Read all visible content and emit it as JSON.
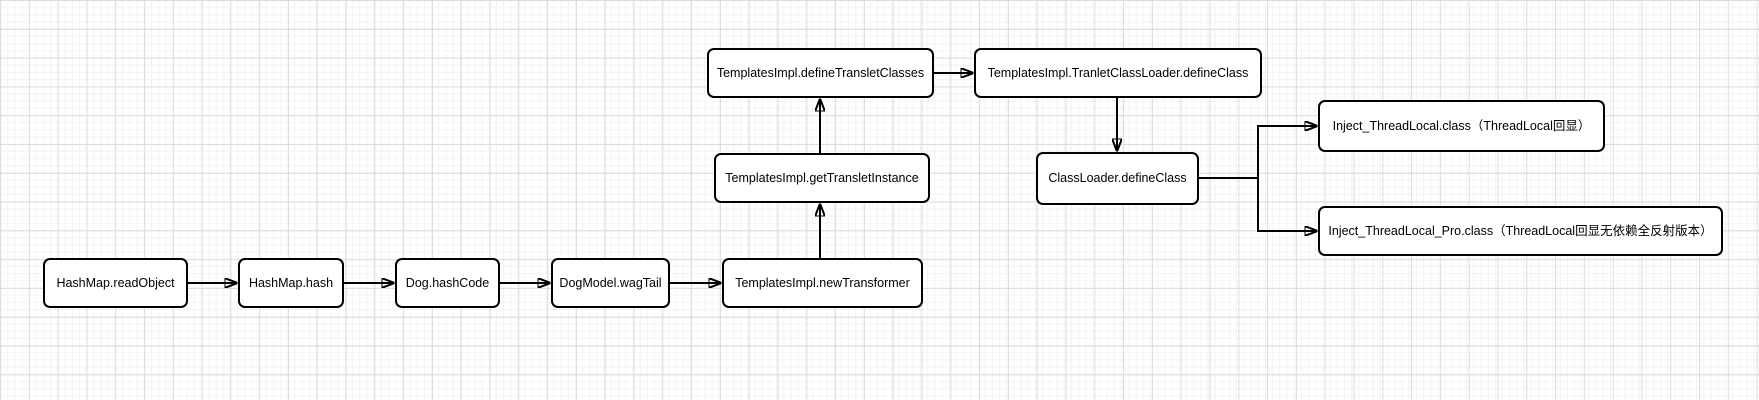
{
  "diagram": {
    "description": "Java deserialization gadget chain flowchart",
    "nodes": [
      {
        "id": "hashmap-readobject",
        "label": "HashMap.readObject"
      },
      {
        "id": "hashmap-hash",
        "label": "HashMap.hash"
      },
      {
        "id": "dog-hashcode",
        "label": "Dog.hashCode"
      },
      {
        "id": "dogmodel-wagtail",
        "label": "DogModel.wagTail"
      },
      {
        "id": "templatesimpl-newtransformer",
        "label": "TemplatesImpl.newTransformer"
      },
      {
        "id": "templatesimpl-gettransletinstance",
        "label": "TemplatesImpl.getTransletInstance"
      },
      {
        "id": "templatesimpl-definetransletclasses",
        "label": "TemplatesImpl.defineTransletClasses"
      },
      {
        "id": "templatesimpl-tranletclassloader-defineclass",
        "label": "TemplatesImpl.TranletClassLoader.defineClass"
      },
      {
        "id": "classloader-defineclass",
        "label": "ClassLoader.defineClass"
      },
      {
        "id": "inject-threadlocal-class",
        "label": "Inject_ThreadLocal.class（ThreadLocal回显）"
      },
      {
        "id": "inject-threadlocal-pro-class",
        "label": "Inject_ThreadLocal_Pro.class（ThreadLocal回显无依赖全反射版本）"
      }
    ],
    "edges": [
      {
        "from": "hashmap-readobject",
        "to": "hashmap-hash"
      },
      {
        "from": "hashmap-hash",
        "to": "dog-hashcode"
      },
      {
        "from": "dog-hashcode",
        "to": "dogmodel-wagtail"
      },
      {
        "from": "dogmodel-wagtail",
        "to": "templatesimpl-newtransformer"
      },
      {
        "from": "templatesimpl-newtransformer",
        "to": "templatesimpl-gettransletinstance"
      },
      {
        "from": "templatesimpl-gettransletinstance",
        "to": "templatesimpl-definetransletclasses"
      },
      {
        "from": "templatesimpl-definetransletclasses",
        "to": "templatesimpl-tranletclassloader-defineclass"
      },
      {
        "from": "templatesimpl-tranletclassloader-defineclass",
        "to": "classloader-defineclass"
      },
      {
        "from": "classloader-defineclass",
        "to": "inject-threadlocal-class"
      },
      {
        "from": "classloader-defineclass",
        "to": "inject-threadlocal-pro-class"
      }
    ],
    "colors": {
      "node_fill": "#ffffff",
      "node_border": "#000000",
      "text": "#000000",
      "edge": "#000000",
      "grid_major": "#dcdcdc",
      "grid_minor": "#f3f3f3",
      "background": "#ffffff"
    }
  }
}
